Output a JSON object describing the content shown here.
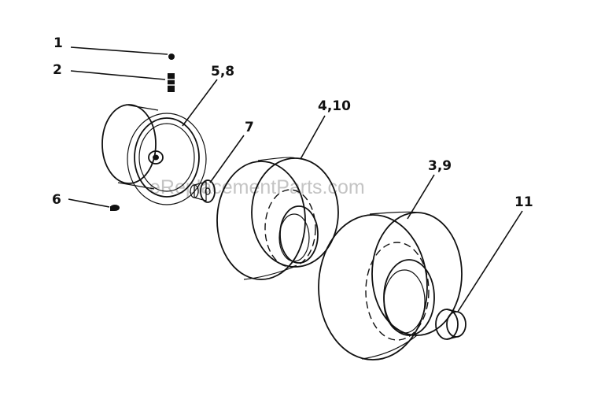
{
  "callouts": {
    "c1": "1",
    "c2": "2",
    "c58": "5,8",
    "c6": "6",
    "c7": "7",
    "c410": "4,10",
    "c39": "3,9",
    "c11": "11"
  },
  "watermark": "eReplacementParts.com"
}
